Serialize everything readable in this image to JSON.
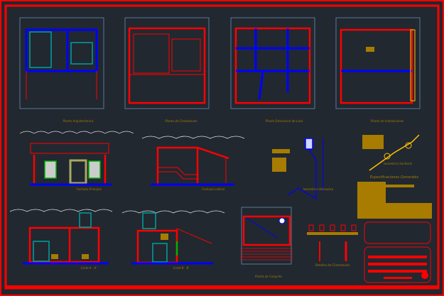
{
  "sheet": {
    "labels": {
      "planta_arquitectonica": "Planta Arquitectonica",
      "planta_cimentacion": "Planta de Cimentacion",
      "planta_estructural": "Planta Estructural de Losa",
      "planta_instalaciones": "Planta de Instalaciones",
      "fachada_principal": "Fachada Principal",
      "fachada_lateral": "Fachada Lateral",
      "isometrico_hidraulico": "Isometrico Hidraulico",
      "isometrico_sanitario": "Isometrico Sanitario",
      "especificaciones": "Especificaciones Generales",
      "corte_a": "Corte A - A'",
      "corte_b": "Corte B - B'",
      "planta_conjunto": "Planta de Conjunto",
      "detalles_cimentacion": "Detalles de Cimentacion"
    }
  },
  "colors": {
    "background": "#212830",
    "frame": "#ff0000",
    "dimension": "#6b8bb5",
    "text": "#a87c00",
    "plumbing": "#0000ff",
    "furniture": "#00a0a0"
  }
}
